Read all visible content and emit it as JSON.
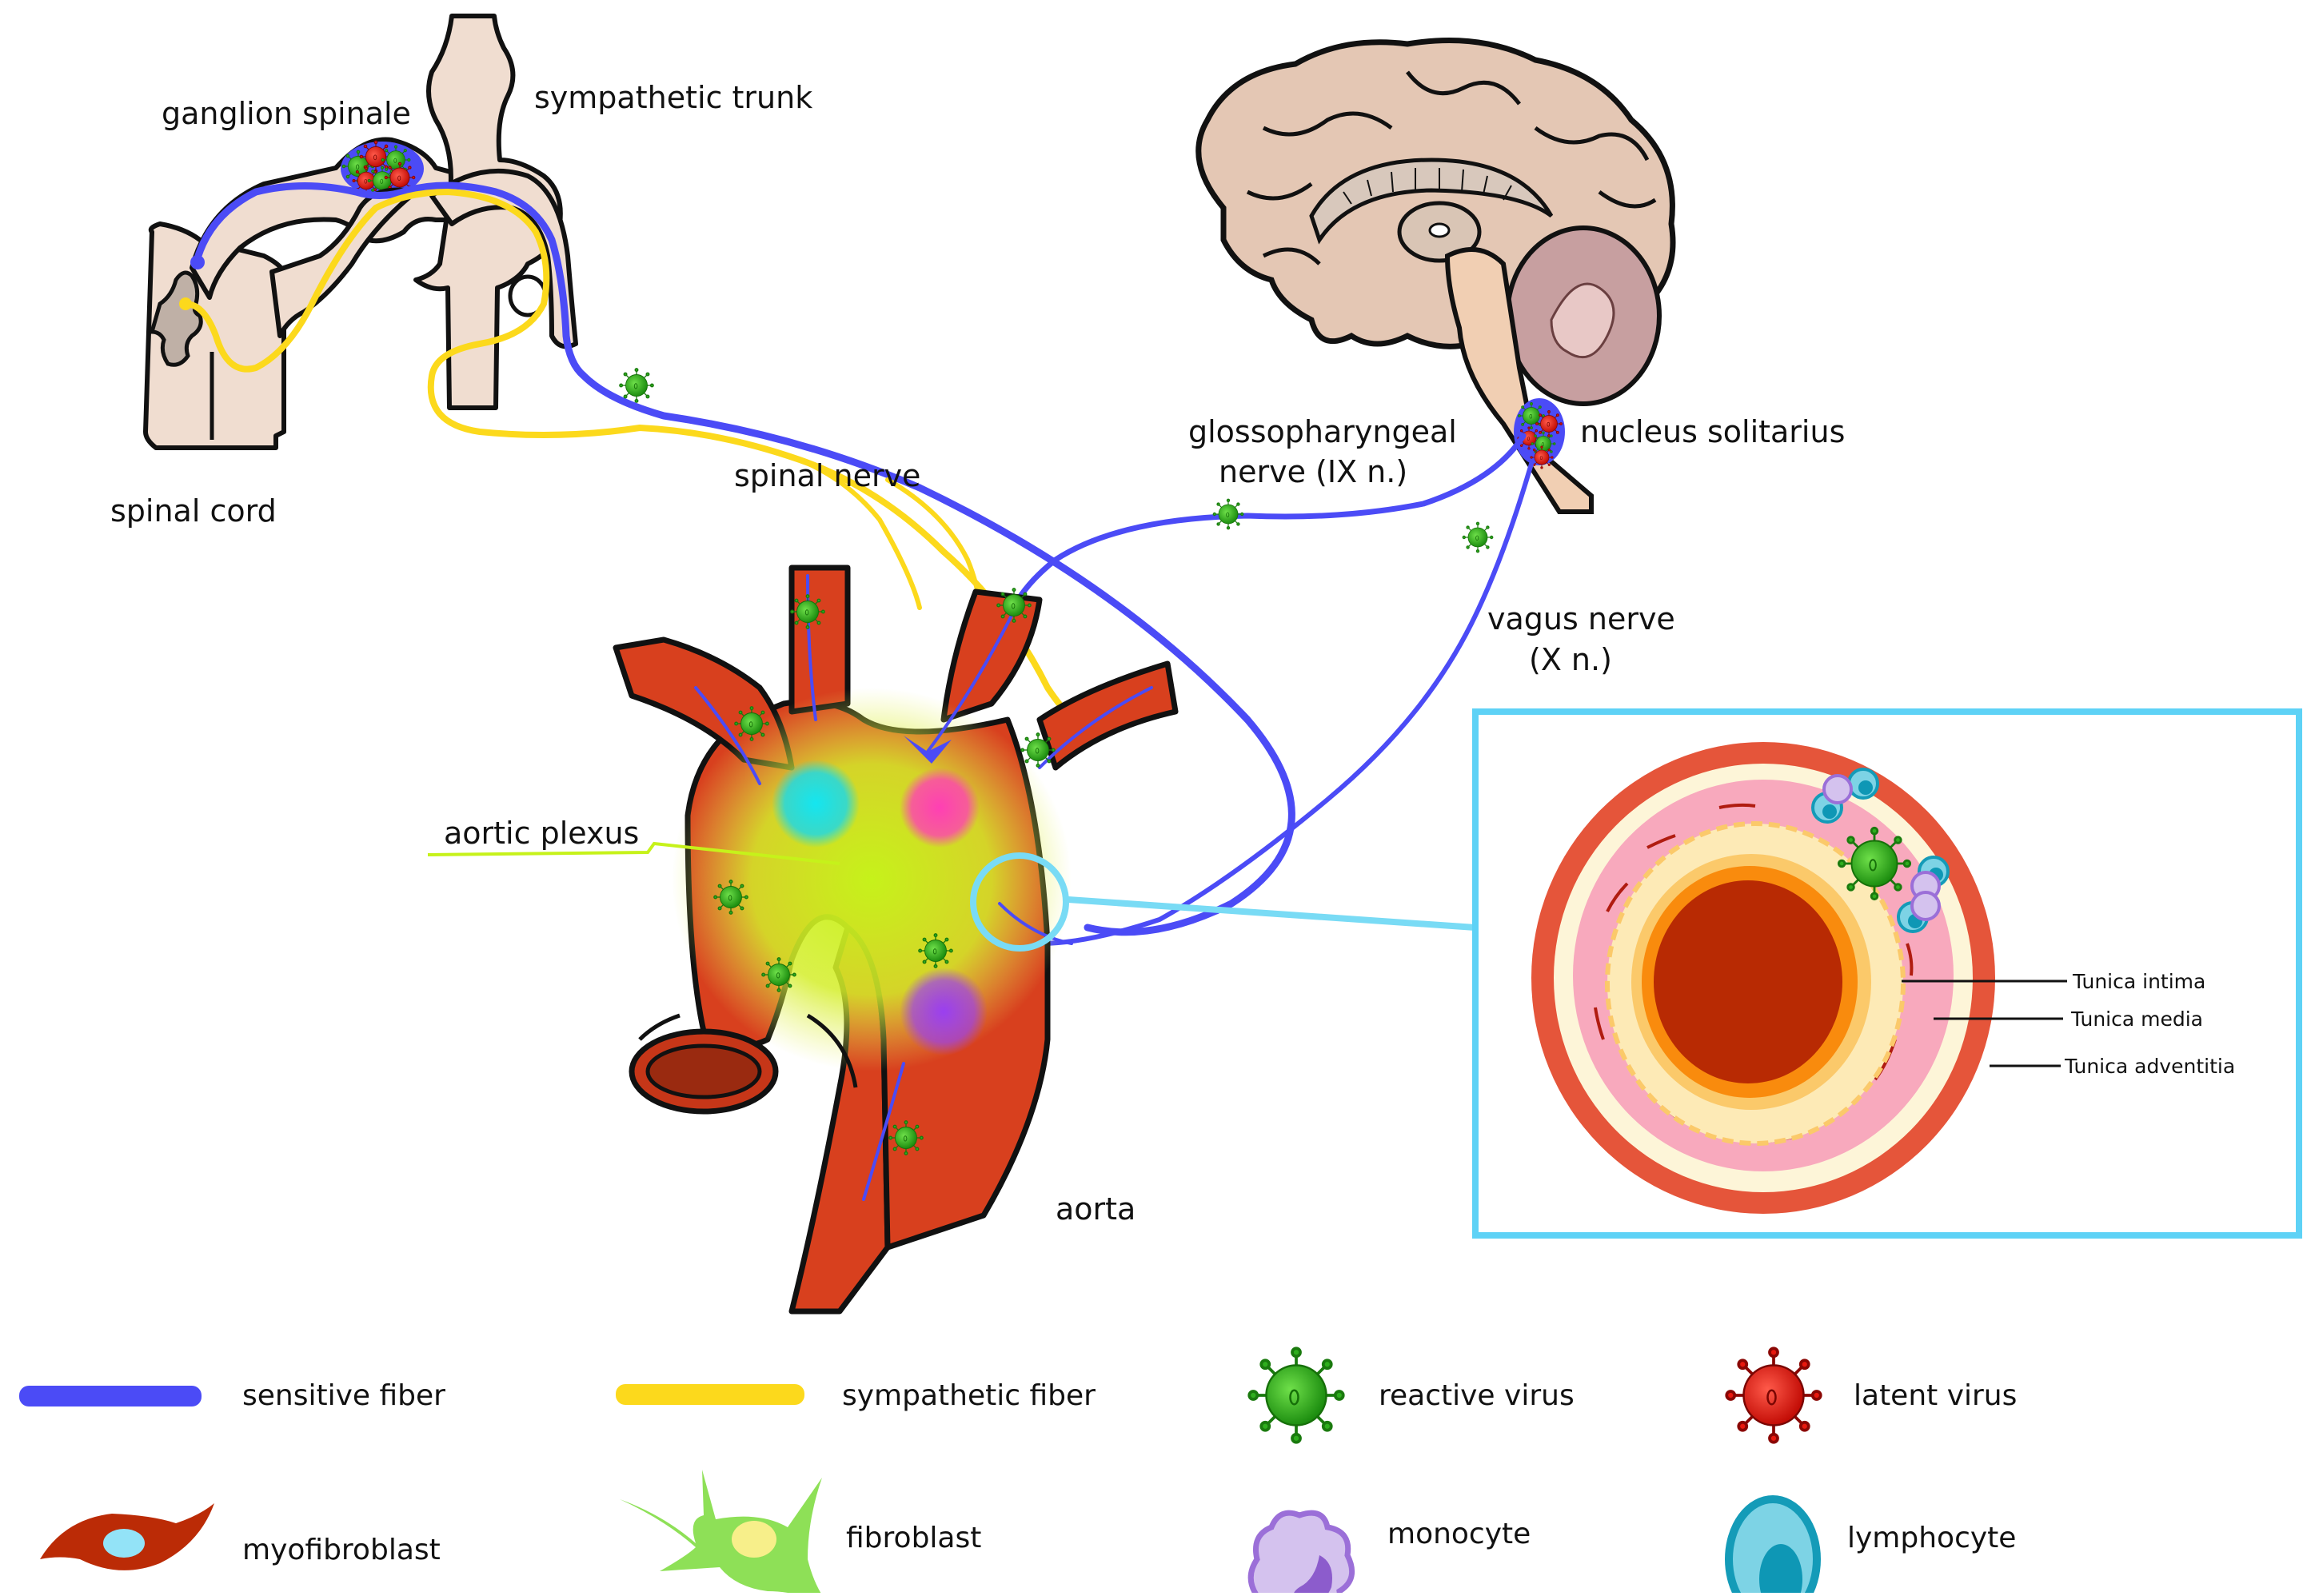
{
  "figure": {
    "labels": {
      "ganglion_spinale": "ganglion spinale",
      "sympathetic_trunk": "sympathetic trunk",
      "spinal_cord": "spinal cord",
      "spinal_nerve": "spinal nerve",
      "glossopharyngeal_line1": "glossopharyngeal",
      "glossopharyngeal_line2": "nerve (IX n.)",
      "nucleus_solitarius": "nucleus solitarius",
      "vagus_line1": "vagus nerve",
      "vagus_line2": "(X n.)",
      "aortic_plexus": "aortic plexus",
      "aorta": "aorta"
    },
    "inset": {
      "layers": [
        {
          "label": "Tunica intima"
        },
        {
          "label": "Tunica media"
        },
        {
          "label": "Tunica adventitia"
        }
      ]
    },
    "colors": {
      "sensitive_fiber": "#4b4bf6",
      "sympathetic_fiber": "#fcd91c",
      "reactive_virus": "#2fae1e",
      "latent_virus": "#e8190f",
      "aorta": "#d8401e",
      "inset_border": "#5ed2f6",
      "aortic_plexus": "#c6f21a",
      "monocyte": "#c9b4e8",
      "lymphocyte": "#7dd3e5"
    }
  },
  "legend": {
    "items": [
      {
        "key": "sensitive-fiber",
        "label": "sensitive fiber"
      },
      {
        "key": "sympathetic-fiber",
        "label": "sympathetic fiber"
      },
      {
        "key": "reactive-virus",
        "label": "reactive virus"
      },
      {
        "key": "latent-virus",
        "label": "latent virus"
      },
      {
        "key": "myofibroblast",
        "label": "myofibroblast"
      },
      {
        "key": "fibroblast",
        "label": "fibroblast"
      },
      {
        "key": "monocyte",
        "label": "monocyte"
      },
      {
        "key": "lymphocyte",
        "label": "lymphocyte"
      }
    ]
  }
}
